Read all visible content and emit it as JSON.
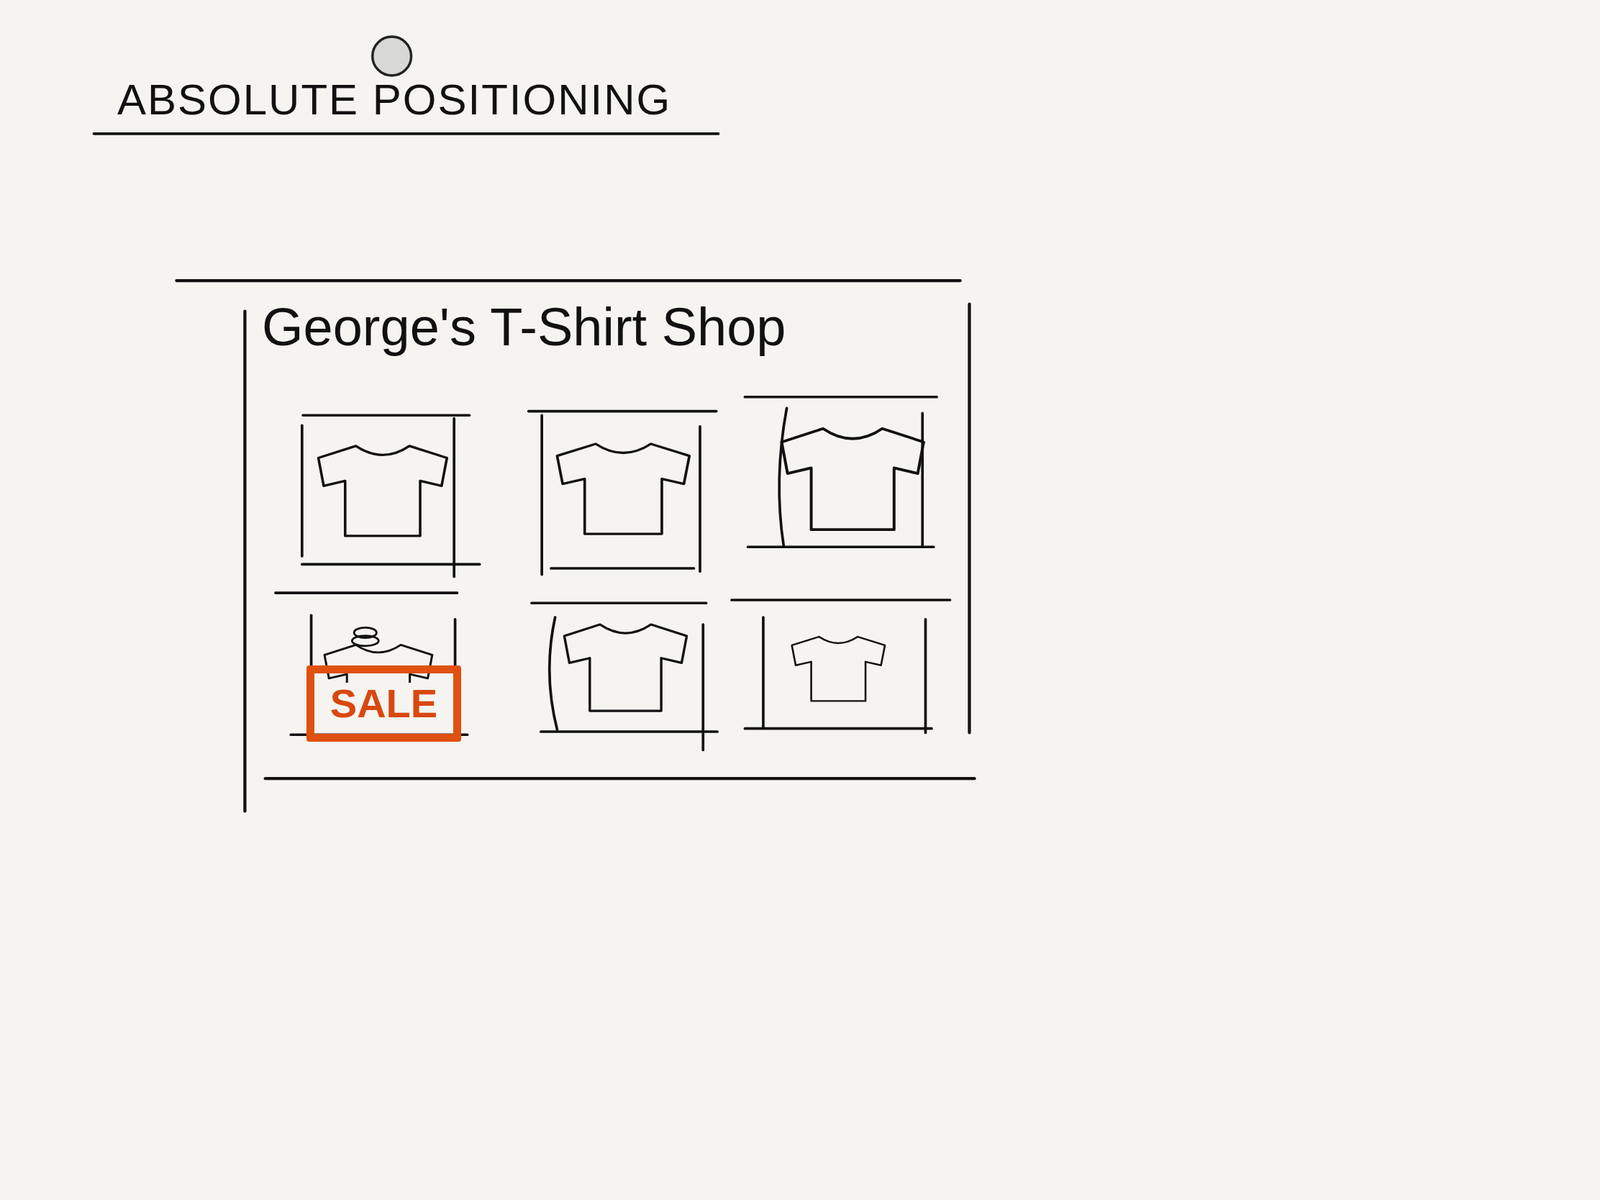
{
  "diagram": {
    "title": "ABSOLUTE POSITIONING",
    "nodes": [
      {
        "text": [
          "George's T-Shirt Shop"
        ]
      },
      {
        "text": [
          "SALE"
        ],
        "in": 0
      }
    ]
  }
}
